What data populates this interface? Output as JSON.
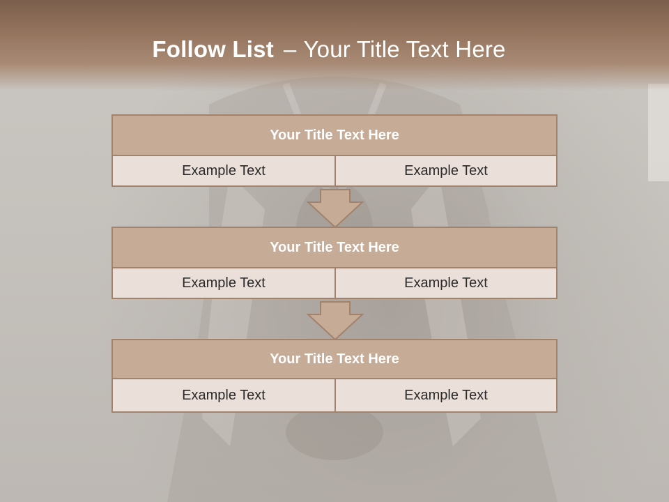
{
  "slide": {
    "title_bold": "Follow List",
    "title_dash": "–",
    "title_rest": "Your Title Text Here"
  },
  "blocks": [
    {
      "title": "Your Title Text Here",
      "left": "Example Text",
      "right": "Example Text"
    },
    {
      "title": "Your Title Text Here",
      "left": "Example Text",
      "right": "Example Text"
    },
    {
      "title": "Your Title Text Here",
      "left": "Example Text",
      "right": "Example Text"
    }
  ],
  "colors": {
    "header_band": "#94735d",
    "block_head": "#c6ab96",
    "block_body": "#ebdfd9",
    "border": "#a0826d",
    "title_text": "#ffffff",
    "body_text": "#2a2a2a"
  }
}
